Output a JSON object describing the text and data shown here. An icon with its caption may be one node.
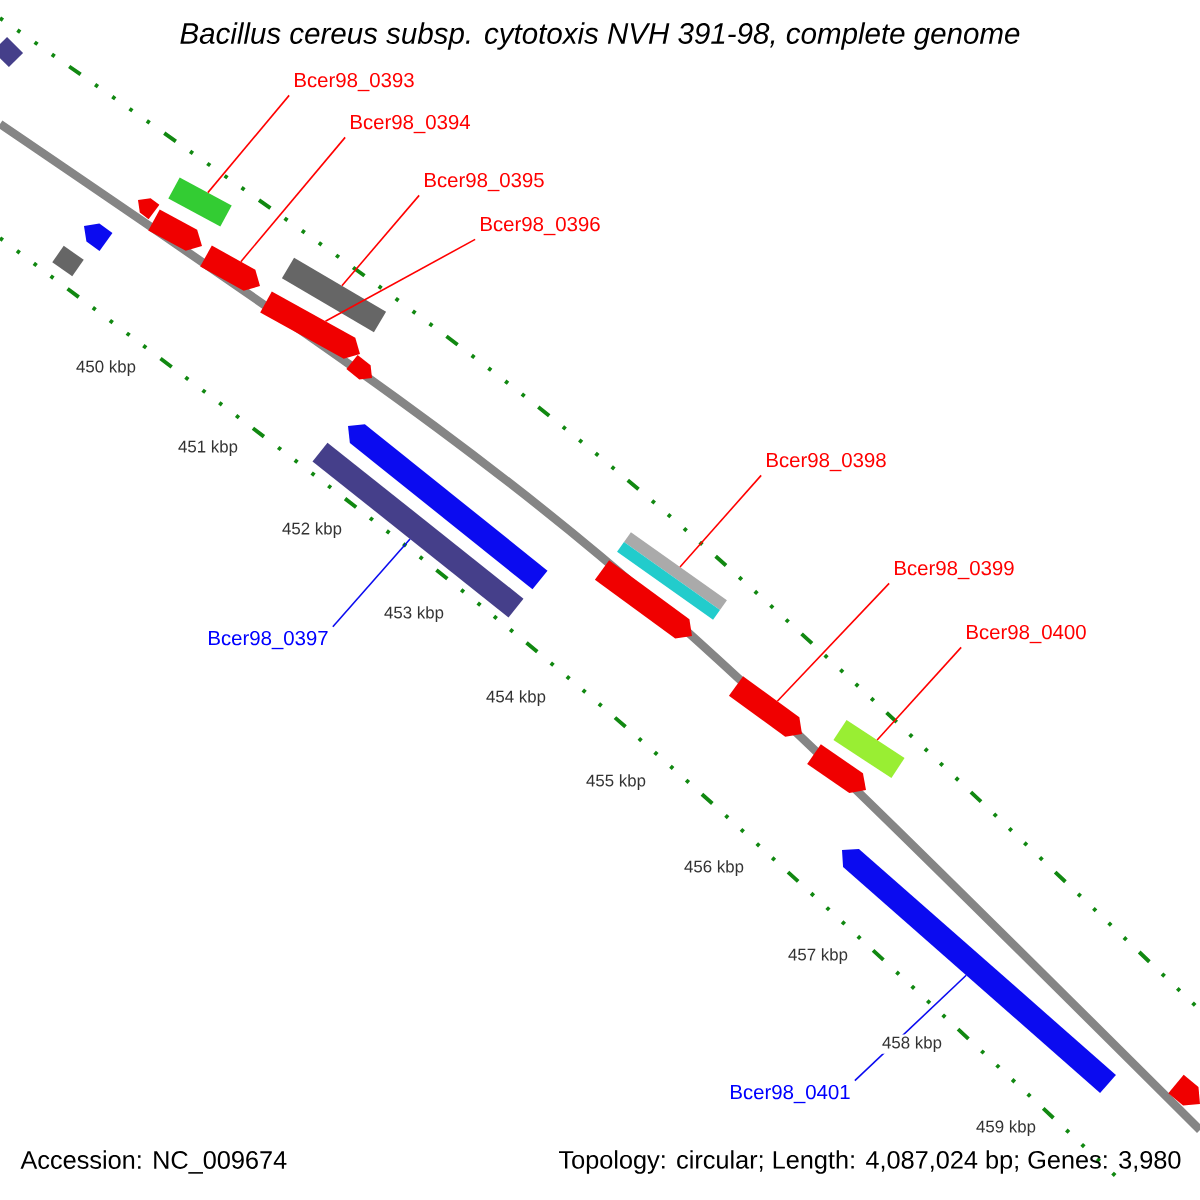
{
  "diagram": {
    "title": "Bacillus cereus subsp. cytotoxis NVH 391-98, complete genome",
    "nodes": [
      {
        "text": [
          "Bcer98_0393"
        ]
      },
      {
        "text": [
          "Bcer98_0394"
        ]
      },
      {
        "text": [
          "Bcer98_0395"
        ]
      },
      {
        "text": [
          "Bcer98_0396"
        ]
      },
      {
        "text": [
          "Bcer98_0398"
        ]
      },
      {
        "text": [
          "Bcer98_0399"
        ]
      },
      {
        "text": [
          "Bcer98_0400"
        ]
      },
      {
        "text": [
          "Bcer98_0397"
        ]
      },
      {
        "text": [
          "Bcer98_0401"
        ]
      },
      {
        "text": [],
        "shape": "bar"
      },
      {
        "text": [],
        "shape": "bar"
      },
      {
        "text": [],
        "shape": "bar"
      },
      {
        "text": [],
        "shape": "bar"
      },
      {
        "text": [],
        "shape": "bar"
      },
      {
        "text": [],
        "shape": "bar"
      },
      {
        "text": [],
        "shape": "bar"
      },
      {
        "text": [],
        "shape": "bar"
      },
      {
        "text": [],
        "shape": "bar"
      },
      {
        "text": [],
        "shape": "bar"
      },
      {
        "text": [],
        "shape": "bar"
      },
      {
        "text": [],
        "shape": "bar"
      },
      {
        "text": [],
        "shape": "bar"
      },
      {
        "text": [],
        "shape": "bar"
      },
      {
        "text": [],
        "shape": "bar"
      },
      {
        "text": [],
        "shape": "bar"
      },
      {
        "text": [],
        "shape": "bar"
      },
      {
        "text": [],
        "shape": "bar"
      },
      {
        "text": [],
        "shape": "bar"
      }
    ],
    "edges": [
      {
        "from": 0,
        "to": 14,
        "arrow": "none"
      },
      {
        "from": 1,
        "to": 15,
        "arrow": "none"
      },
      {
        "from": 2,
        "to": 17,
        "arrow": "none"
      },
      {
        "from": 3,
        "to": 16,
        "arrow": "none"
      },
      {
        "from": 4,
        "to": 22,
        "arrow": "none"
      },
      {
        "from": 5,
        "to": 23,
        "arrow": "none"
      },
      {
        "from": 6,
        "to": 25,
        "arrow": "none"
      },
      {
        "from": 7,
        "to": 18,
        "arrow": "none",
        "color": "#0000ff"
      },
      {
        "from": 8,
        "to": 26,
        "arrow": "none",
        "color": "#0000ff"
      }
    ],
    "labels": [
      "450 kbp",
      "451 kbp",
      "452 kbp",
      "453 kbp",
      "454 kbp",
      "455 kbp",
      "456 kbp",
      "457 kbp",
      "458 kbp",
      "459 kbp",
      "Accession: NC_009674",
      "Topology: circular; Length: 4,087,024 bp; Genes: 3,980"
    ]
  }
}
